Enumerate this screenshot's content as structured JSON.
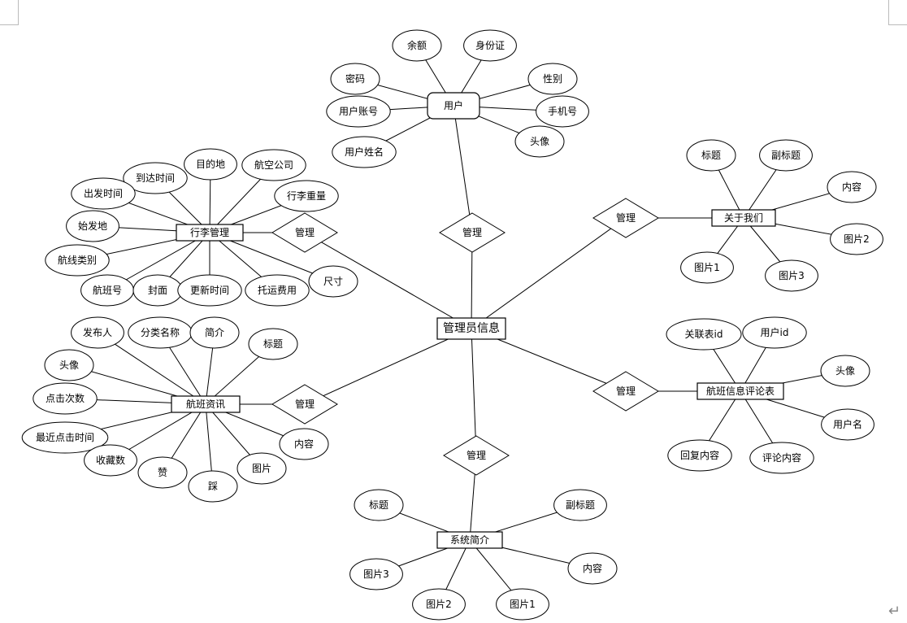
{
  "center": "管理员信息",
  "entities": {
    "user": "用户",
    "luggage": "行李管理",
    "flight_news": "航班资讯",
    "about": "关于我们",
    "comment": "航班信息评论表",
    "sysintro": "系统简介"
  },
  "relations": {
    "user": "管理",
    "luggage": "管理",
    "flight_news": "管理",
    "about": "管理",
    "comment": "管理",
    "sysintro": "管理"
  },
  "attributes": {
    "user": [
      "余额",
      "身份证",
      "密码",
      "性别",
      "用户账号",
      "手机号",
      "用户姓名",
      "头像"
    ],
    "luggage": [
      "到达时间",
      "目的地",
      "航空公司",
      "出发时间",
      "行李重量",
      "始发地",
      "航线类别",
      "航班号",
      "封面",
      "更新时间",
      "托运费用",
      "尺寸"
    ],
    "flight_news": [
      "发布人",
      "分类名称",
      "简介",
      "标题",
      "头像",
      "点击次数",
      "最近点击时间",
      "收藏数",
      "赞",
      "踩",
      "图片",
      "内容"
    ],
    "about": [
      "标题",
      "副标题",
      "内容",
      "图片2",
      "图片1",
      "图片3"
    ],
    "comment": [
      "关联表id",
      "用户id",
      "头像",
      "用户名",
      "回复内容",
      "评论内容"
    ],
    "sysintro": [
      "标题",
      "副标题",
      "内容",
      "图片3",
      "图片2",
      "图片1"
    ]
  },
  "return_symbol": "↵"
}
